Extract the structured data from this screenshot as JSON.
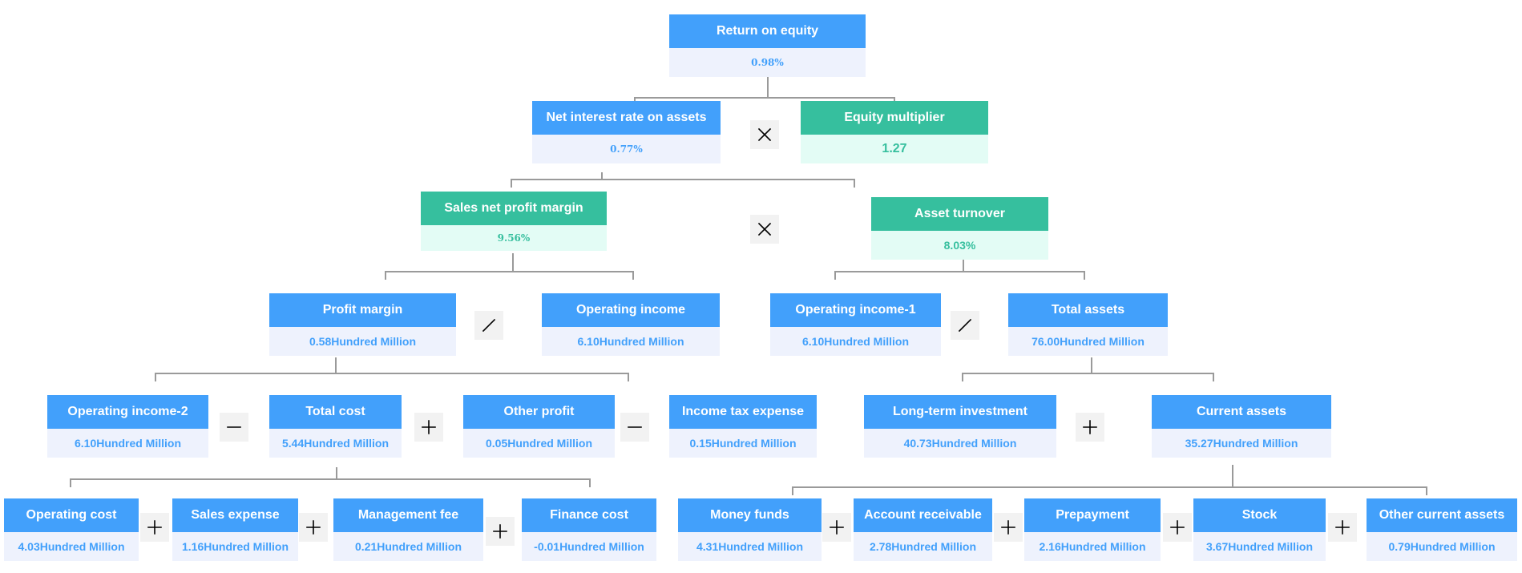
{
  "colors": {
    "blue": "#42a0fb",
    "blue_value_bg": "#eef2fd",
    "green": "#36bf9e",
    "green_value_bg": "#e3fcf5",
    "connector": "#9a9a9a",
    "operator_bg": "#f2f2f2"
  },
  "nodes": {
    "return_on_equity": {
      "title": "Return on equity",
      "value": "0.98%"
    },
    "net_interest_rate_on_assets": {
      "title": "Net interest rate on assets",
      "value": "0.77%"
    },
    "equity_multiplier": {
      "title": "Equity multiplier",
      "value": "1.27"
    },
    "sales_net_profit_margin": {
      "title": "Sales net profit margin",
      "value": "9.56%"
    },
    "asset_turnover": {
      "title": "Asset turnover",
      "value": "8.03%"
    },
    "profit_margin": {
      "title": "Profit margin",
      "value": "0.58Hundred Million"
    },
    "operating_income": {
      "title": "Operating income",
      "value": "6.10Hundred Million"
    },
    "operating_income_1": {
      "title": "Operating income-1",
      "value": "6.10Hundred Million"
    },
    "total_assets": {
      "title": "Total assets",
      "value": "76.00Hundred Million"
    },
    "operating_income_2": {
      "title": "Operating income-2",
      "value": "6.10Hundred Million"
    },
    "total_cost": {
      "title": "Total cost",
      "value": "5.44Hundred Million"
    },
    "other_profit": {
      "title": "Other profit",
      "value": "0.05Hundred Million"
    },
    "income_tax_expense": {
      "title": "Income tax expense",
      "value": "0.15Hundred Million"
    },
    "long_term_investment": {
      "title": "Long-term investment",
      "value": "40.73Hundred Million"
    },
    "current_assets": {
      "title": "Current assets",
      "value": "35.27Hundred Million"
    },
    "operating_cost": {
      "title": "Operating cost",
      "value": "4.03Hundred Million"
    },
    "sales_expense": {
      "title": "Sales expense",
      "value": "1.16Hundred Million"
    },
    "management_fee": {
      "title": "Management fee",
      "value": "0.21Hundred Million"
    },
    "finance_cost": {
      "title": "Finance cost",
      "value": "-0.01Hundred Million"
    },
    "money_funds": {
      "title": "Money funds",
      "value": "4.31Hundred Million"
    },
    "account_receivable": {
      "title": "Account receivable",
      "value": "2.78Hundred Million"
    },
    "prepayment": {
      "title": "Prepayment",
      "value": "2.16Hundred Million"
    },
    "stock": {
      "title": "Stock",
      "value": "3.67Hundred Million"
    },
    "other_current_assets": {
      "title": "Other current assets",
      "value": "0.79Hundred Million"
    }
  },
  "operators": [
    {
      "name": "multiply-operator",
      "symbol": "multiply"
    },
    {
      "name": "multiply-operator",
      "symbol": "multiply"
    },
    {
      "name": "divide-operator",
      "symbol": "divide"
    },
    {
      "name": "divide-operator",
      "symbol": "divide"
    },
    {
      "name": "minus-operator",
      "symbol": "minus"
    },
    {
      "name": "plus-operator",
      "symbol": "plus"
    },
    {
      "name": "minus-operator",
      "symbol": "minus"
    },
    {
      "name": "plus-operator",
      "symbol": "plus"
    },
    {
      "name": "plus-operator",
      "symbol": "plus"
    },
    {
      "name": "plus-operator",
      "symbol": "plus"
    },
    {
      "name": "plus-operator",
      "symbol": "plus"
    },
    {
      "name": "plus-operator",
      "symbol": "plus"
    },
    {
      "name": "plus-operator",
      "symbol": "plus"
    },
    {
      "name": "plus-operator",
      "symbol": "plus"
    },
    {
      "name": "plus-operator",
      "symbol": "plus"
    }
  ]
}
